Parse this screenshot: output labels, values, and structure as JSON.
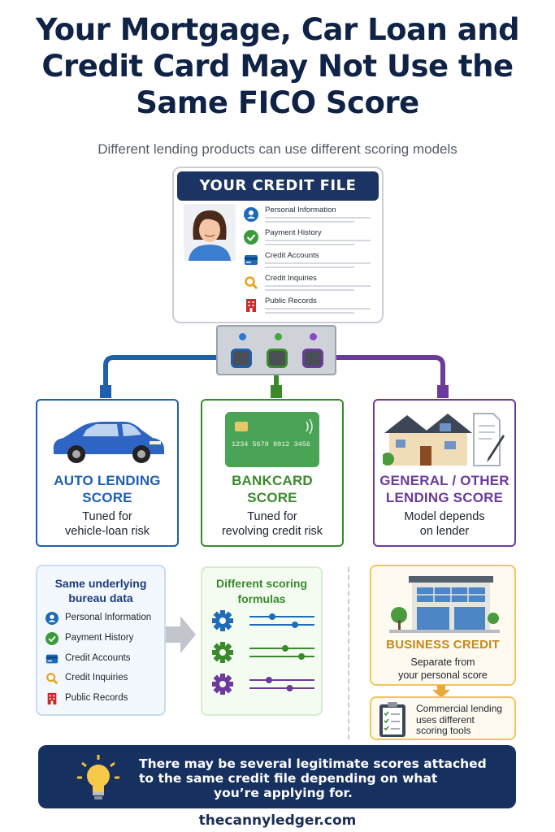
{
  "header": {
    "title": "Your Mortgage, Car Loan and Credit Card May Not Use the Same FICO Score",
    "subtitle": "Different lending products can use different scoring models"
  },
  "credit_file": {
    "title": "YOUR CREDIT FILE",
    "items": [
      {
        "label": "Personal Information",
        "icon": "person-icon",
        "color": "#1e6bb8"
      },
      {
        "label": "Payment History",
        "icon": "checkmark-icon",
        "color": "#3c9a3a"
      },
      {
        "label": "Credit Accounts",
        "icon": "credit-card-icon",
        "color": "#1e6bb8"
      },
      {
        "label": "Credit Inquiries",
        "icon": "magnifier-icon",
        "color": "#e8a21d"
      },
      {
        "label": "Public Records",
        "icon": "building-icon",
        "color": "#cc2b2b"
      }
    ]
  },
  "scores": [
    {
      "name_line1": "AUTO LENDING",
      "name_line2": "SCORE",
      "desc_line1": "Tuned for",
      "desc_line2": "vehicle-loan risk",
      "color": "#1e5fb0",
      "icon": "car-icon"
    },
    {
      "name_line1": "BANKCARD",
      "name_line2": "SCORE",
      "desc_line1": "Tuned for",
      "desc_line2": "revolving credit risk",
      "color": "#3a8a2c",
      "icon": "credit-card-icon",
      "card_number": "1234 5678 9012 3456"
    },
    {
      "name_line1": "GENERAL / OTHER",
      "name_line2": "LENDING SCORE",
      "desc_line1": "Model depends",
      "desc_line2": "on lender",
      "color": "#6b3a9b",
      "icon": "house-icon"
    }
  ],
  "bureau": {
    "title_line1": "Same underlying",
    "title_line2": "bureau data",
    "items": [
      {
        "label": "Personal Information"
      },
      {
        "label": "Payment History"
      },
      {
        "label": "Credit Accounts"
      },
      {
        "label": "Credit Inquiries"
      },
      {
        "label": "Public Records"
      }
    ]
  },
  "formulas": {
    "title_line1": "Different scoring",
    "title_line2": "formulas",
    "sliders": [
      {
        "color": "#1e6bb8",
        "levels": [
          0.35,
          0.7
        ]
      },
      {
        "color": "#3a8a2c",
        "levels": [
          0.55,
          0.8
        ]
      },
      {
        "color": "#6b3a9b",
        "levels": [
          0.3,
          0.62
        ]
      }
    ]
  },
  "business": {
    "name": "BUSINESS CREDIT",
    "desc_line1": "Separate from",
    "desc_line2": "your personal score",
    "commercial_line1": "Commercial lending",
    "commercial_line2": "uses different",
    "commercial_line3": "scoring tools"
  },
  "banner": {
    "line1": "There may be several legitimate scores attached",
    "line2": "to the same credit file depending on what",
    "line3": "you’re applying for."
  },
  "footer": {
    "site": "thecannyledger.com"
  },
  "colors": {
    "navy": "#163060",
    "blue": "#1e5fb0",
    "green": "#3a8a2c",
    "purple": "#6b3a9b",
    "gold": "#f0c75a"
  }
}
